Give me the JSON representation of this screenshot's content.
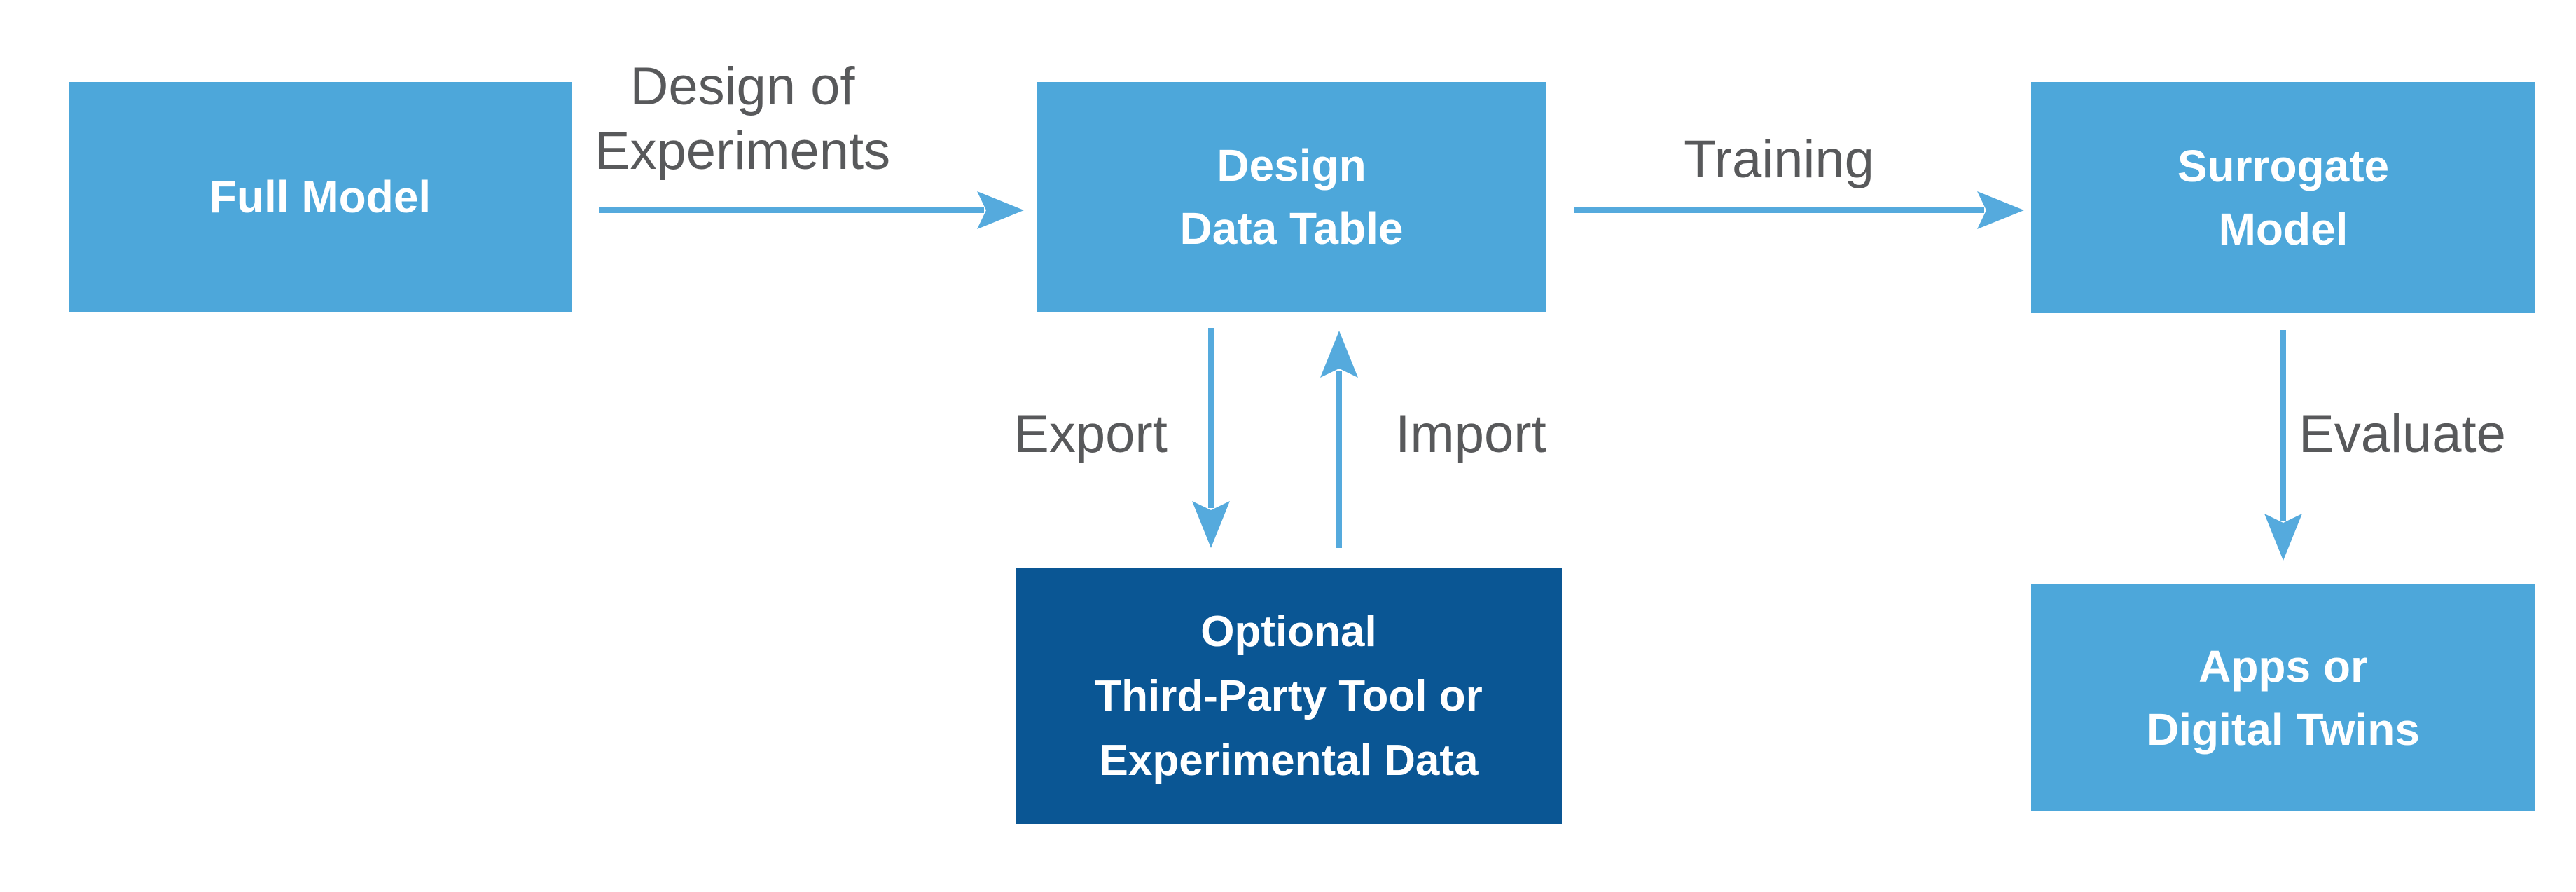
{
  "colors": {
    "box_light": "#4DA7DA",
    "box_dark": "#0A5694",
    "arrow": "#55AADD",
    "edge_text": "#58595B",
    "node_text": "#FFFFFF",
    "bg": "#FFFFFF"
  },
  "diagram": {
    "type": "flowchart",
    "boxes": {
      "full_model": {
        "label": "Full Model",
        "style": "light"
      },
      "design_data_table": {
        "label": "Design\nData Table",
        "style": "light"
      },
      "surrogate_model": {
        "label": "Surrogate\nModel",
        "style": "light"
      },
      "third_party": {
        "label": "Optional\nThird-Party Tool or\nExperimental Data",
        "style": "dark"
      },
      "apps": {
        "label": "Apps or\nDigital Twins",
        "style": "light"
      }
    },
    "edges": {
      "design_of_experiments": {
        "label": "Design of\nExperiments",
        "from": "full_model",
        "to": "design_data_table"
      },
      "training": {
        "label": "Training",
        "from": "design_data_table",
        "to": "surrogate_model"
      },
      "export": {
        "label": "Export",
        "from": "design_data_table",
        "to": "third_party"
      },
      "import": {
        "label": "Import",
        "from": "third_party",
        "to": "design_data_table"
      },
      "evaluate": {
        "label": "Evaluate",
        "from": "surrogate_model",
        "to": "apps"
      }
    }
  }
}
